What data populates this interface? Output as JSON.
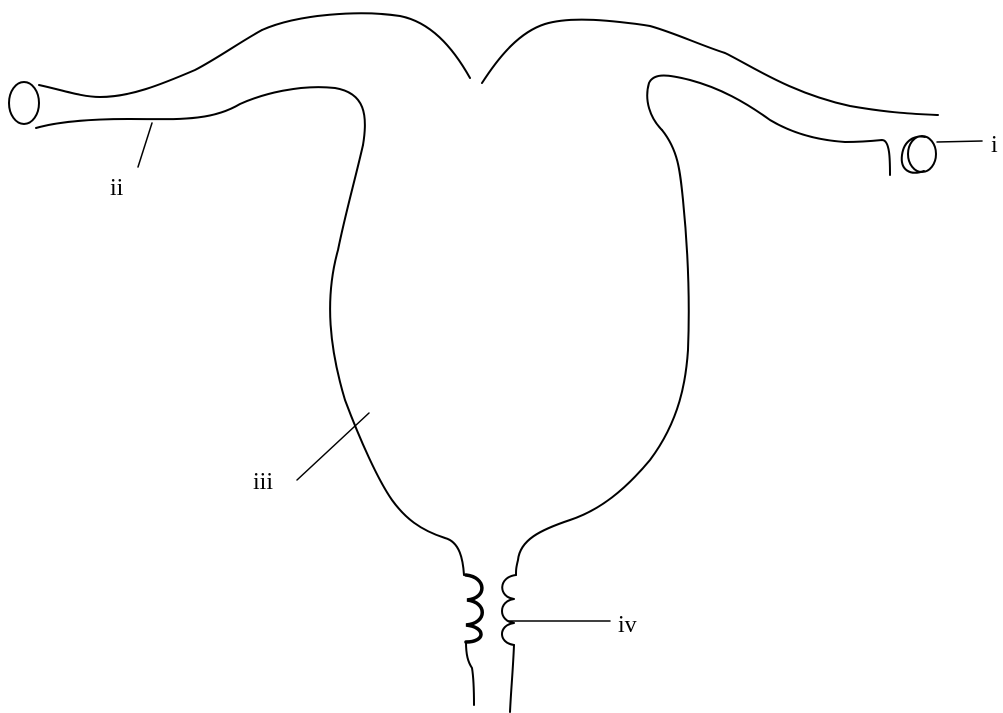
{
  "labels": {
    "i": "i",
    "ii": "ii",
    "iii": "iii",
    "iv": "iv"
  },
  "colors": {
    "line": "#000000",
    "background": "#ffffff"
  }
}
